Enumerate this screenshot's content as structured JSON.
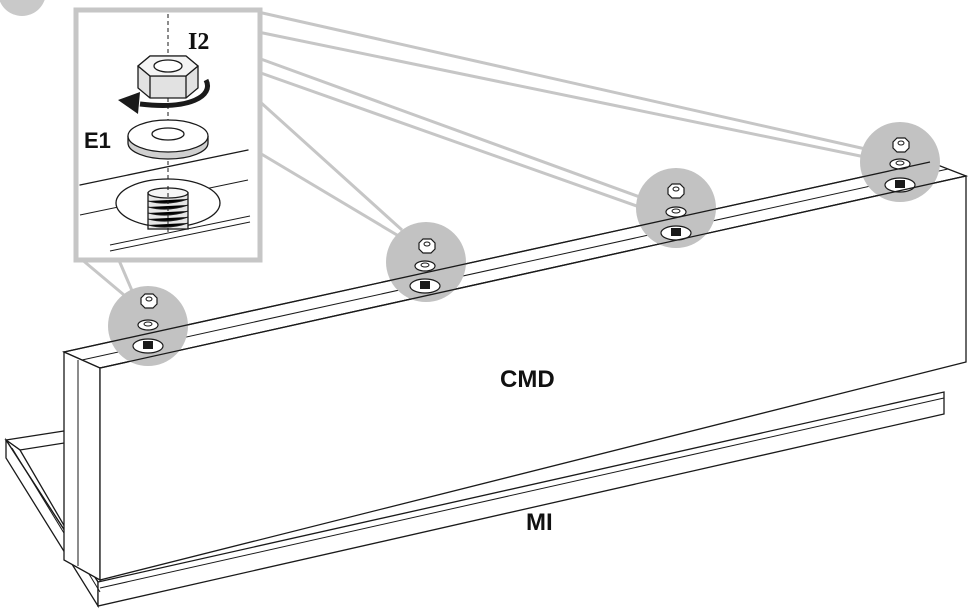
{
  "labels": {
    "nut": "I2",
    "washer": "E1",
    "cabinet": "CMD",
    "base": "MI"
  },
  "colors": {
    "callout_gray": "#c2c2c2",
    "callout_line": "#bdbdbd",
    "outline": "#1a1a1a",
    "panel_fill": "#ffffff"
  },
  "icons": {
    "rotation": "clockwise-arrow-icon",
    "nut": "hex-nut-icon",
    "washer": "flat-washer-icon",
    "bolt": "threaded-stud-icon"
  }
}
